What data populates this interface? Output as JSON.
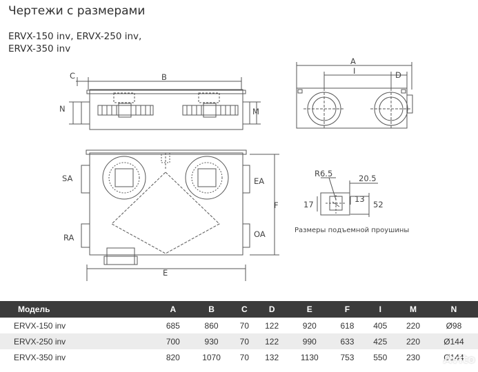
{
  "page": {
    "title": "Чертежи с размерами",
    "models_line1": "ERVX-150 inv, ERVX-250 inv,",
    "models_line2": "ERVX-350 inv"
  },
  "drawing": {
    "labels": {
      "A": "A",
      "B": "B",
      "C": "C",
      "D": "D",
      "E": "E",
      "F": "F",
      "I": "I",
      "M": "M",
      "N": "N",
      "SA": "SA",
      "RA": "RA",
      "EA": "EA",
      "OA": "OA"
    },
    "lug": {
      "radius": "R6.5",
      "width": "20.5",
      "height_outer": "17",
      "height_inner": "13",
      "height_total": "52",
      "caption": "Размеры подъемной проушины"
    }
  },
  "table": {
    "headers": [
      "Модель",
      "A",
      "B",
      "C",
      "D",
      "E",
      "F",
      "I",
      "M",
      "N"
    ],
    "rows": [
      [
        "ERVX-150 inv",
        "685",
        "860",
        "70",
        "122",
        "920",
        "618",
        "405",
        "220",
        "Ø98"
      ],
      [
        "ERVX-250 inv",
        "700",
        "930",
        "70",
        "122",
        "990",
        "633",
        "425",
        "220",
        "Ø144"
      ],
      [
        "ERVX-350 inv",
        "820",
        "1070",
        "70",
        "132",
        "1130",
        "753",
        "550",
        "230",
        "Ø144"
      ]
    ]
  },
  "watermark": {
    "text": "Avito"
  },
  "colors": {
    "line": "#555555",
    "header_bg": "#3b3b3b",
    "row_alt": "#ececec"
  }
}
